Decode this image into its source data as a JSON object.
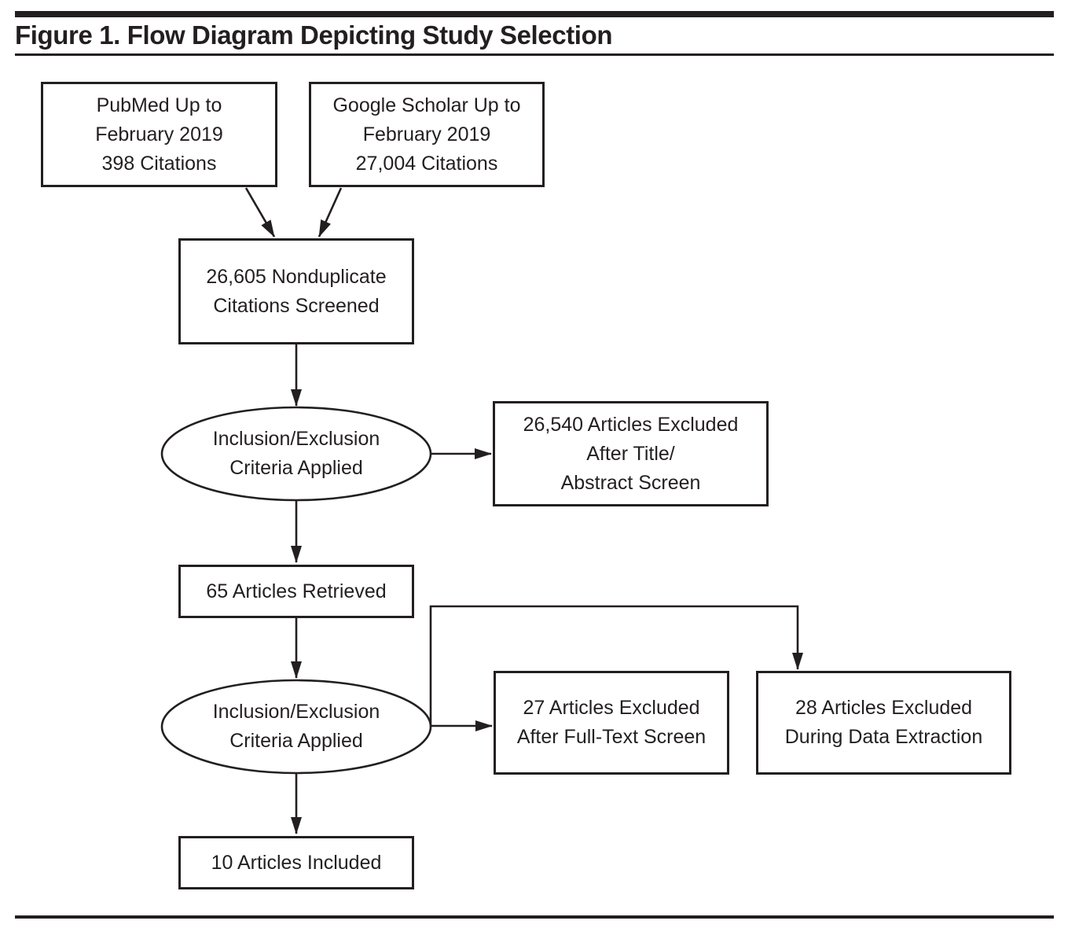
{
  "figure": {
    "title": "Figure 1. Flow Diagram Depicting Study Selection"
  },
  "nodes": {
    "pubmed": {
      "lines": [
        "PubMed Up to",
        "February 2019",
        "398 Citations"
      ]
    },
    "google": {
      "lines": [
        "Google Scholar Up to",
        "February 2019",
        "27,004 Citations"
      ]
    },
    "screened": {
      "lines": [
        "26,605 Nonduplicate",
        "Citations Screened"
      ]
    },
    "criteria1": {
      "lines": [
        "Inclusion/Exclusion",
        "Criteria Applied"
      ]
    },
    "exclTitle": {
      "lines": [
        "26,540 Articles Excluded",
        "After Title/",
        "Abstract Screen"
      ]
    },
    "retrieved": {
      "lines": [
        "65 Articles Retrieved"
      ]
    },
    "criteria2": {
      "lines": [
        "Inclusion/Exclusion",
        "Criteria Applied"
      ]
    },
    "exclFulltext": {
      "lines": [
        "27 Articles Excluded",
        "After Full-Text Screen"
      ]
    },
    "exclExtraction": {
      "lines": [
        "28 Articles Excluded",
        "During Data Extraction"
      ]
    },
    "included": {
      "lines": [
        "10 Articles Included"
      ]
    }
  },
  "colors": {
    "ink": "#231f20",
    "background": "#ffffff"
  }
}
